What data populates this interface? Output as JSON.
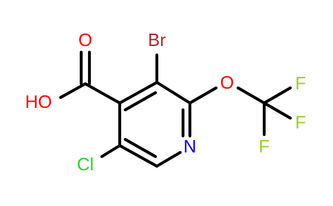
{
  "molecule": {
    "atoms": {
      "o_carbonyl": {
        "label": "O",
        "color": "#ff0000"
      },
      "oh": {
        "label": "HO",
        "color": "#ff0000"
      },
      "br": {
        "label": "Br",
        "color": "#a52a2a"
      },
      "o_ether": {
        "label": "O",
        "color": "#ff0000"
      },
      "f1": {
        "label": "F",
        "color": "#9acd32"
      },
      "f2": {
        "label": "F",
        "color": "#9acd32"
      },
      "f3": {
        "label": "F",
        "color": "#9acd32"
      },
      "n": {
        "label": "N",
        "color": "#0000ff"
      },
      "cl": {
        "label": "Cl",
        "color": "#32cd32"
      }
    },
    "bond_color": "#000000"
  }
}
